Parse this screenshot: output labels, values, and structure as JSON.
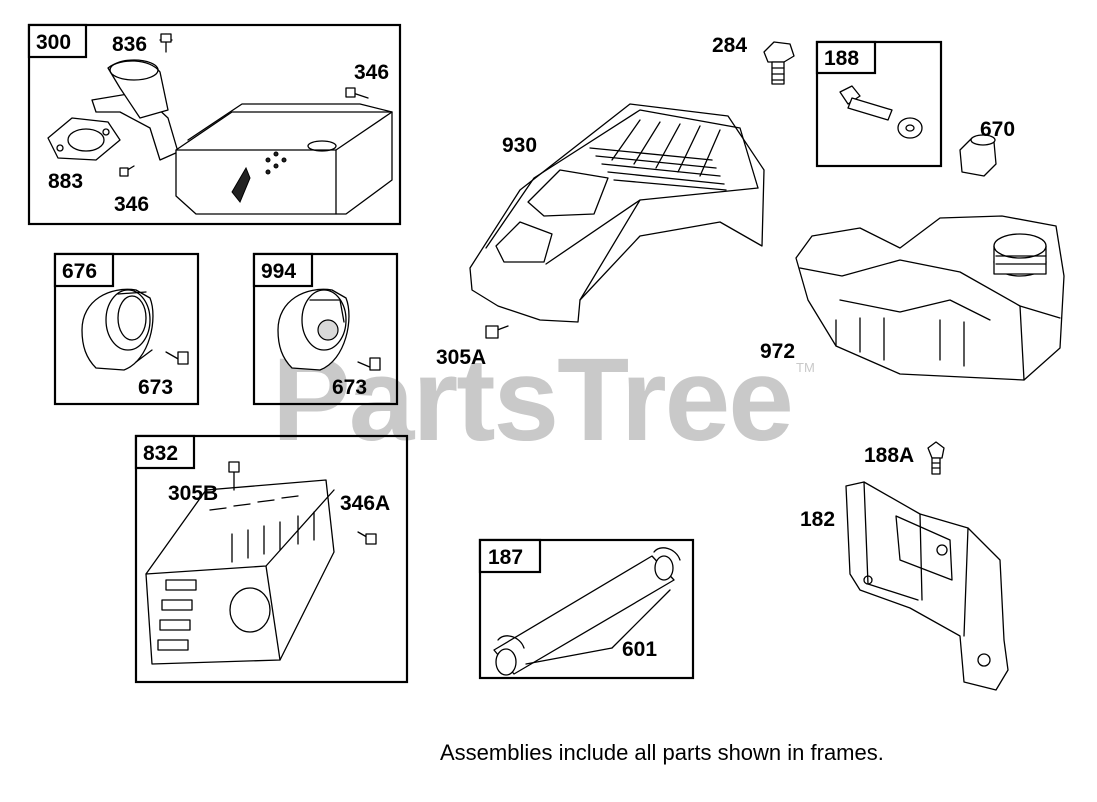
{
  "watermark": {
    "text": "PartsTree",
    "trademark": "TM"
  },
  "footer_note": "Assemblies include all parts shown in frames.",
  "assemblies": [
    {
      "id": "300",
      "parts": [
        "836",
        "346",
        "883",
        "346"
      ]
    },
    {
      "id": "676",
      "parts": [
        "673"
      ]
    },
    {
      "id": "994",
      "parts": [
        "673"
      ]
    },
    {
      "id": "832",
      "parts": [
        "305B",
        "346A"
      ]
    },
    {
      "id": "188",
      "parts": []
    },
    {
      "id": "187",
      "parts": [
        "601"
      ]
    }
  ],
  "loose_parts": {
    "p284": "284",
    "p930": "930",
    "p670": "670",
    "p305A": "305A",
    "p972": "972",
    "p188A": "188A",
    "p182": "182"
  }
}
